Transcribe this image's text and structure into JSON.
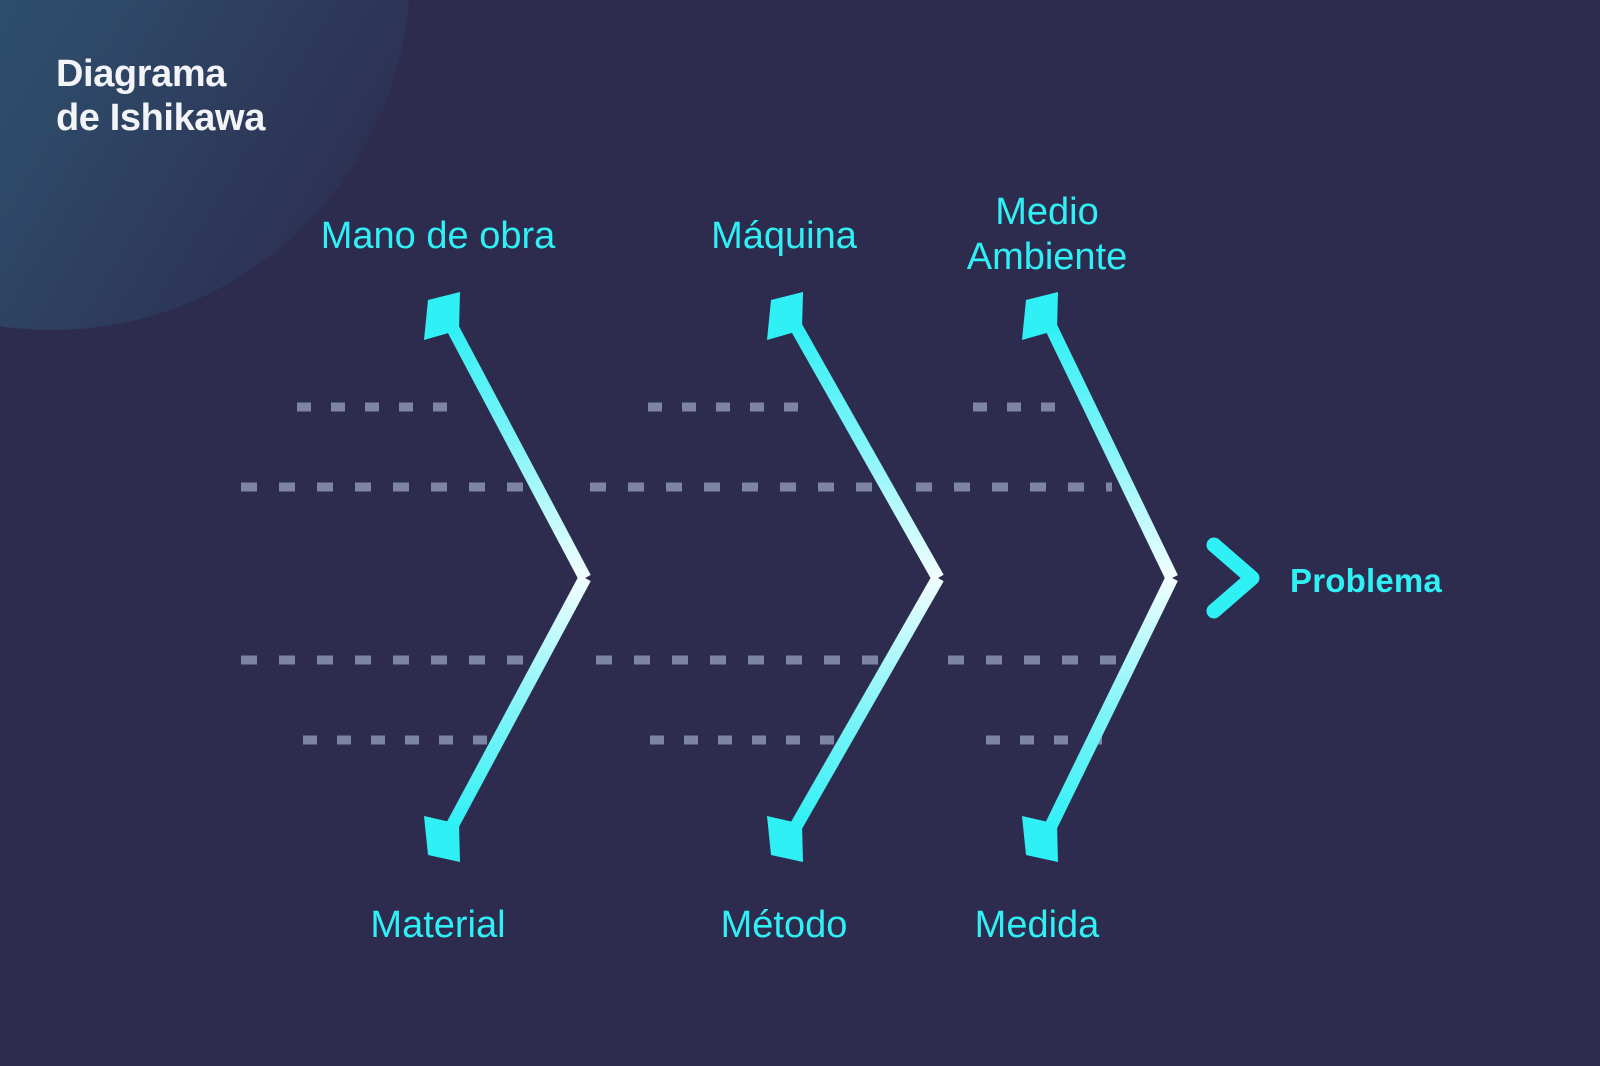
{
  "page": {
    "background_color": "#2d2c4e",
    "accent_color": "#2ff0f5",
    "accent_pale_color": "#e8fdfd",
    "dash_color": "#7e84a3",
    "title_color": "#f2f4f8",
    "blob_color": "#2f5573"
  },
  "title": {
    "text": "Diagrama\nde Ishikawa"
  },
  "diagram": {
    "type": "ishikawa-fishbone",
    "effect": {
      "label": "Problema"
    },
    "categories_top": [
      {
        "label": "Mano de obra",
        "position": "top"
      },
      {
        "label": "Máquina",
        "position": "top"
      },
      {
        "label": "Medio\nAmbiente",
        "position": "top"
      }
    ],
    "categories_bottom": [
      {
        "label": "Material",
        "position": "bottom"
      },
      {
        "label": "Método",
        "position": "bottom"
      },
      {
        "label": "Medida",
        "position": "bottom"
      }
    ],
    "sub_branch_rows": 4,
    "sub_branches_per_category": 2
  }
}
